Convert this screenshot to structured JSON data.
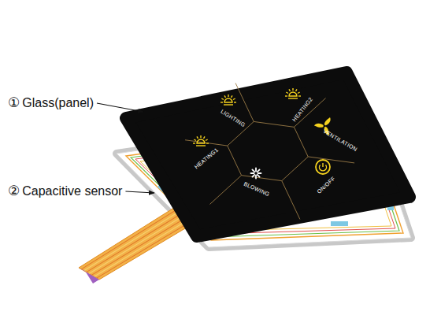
{
  "diagram": {
    "labels": [
      "①",
      "Glass(panel)",
      "②",
      "Capacitive sensor",
      "LIGHTING",
      "HEATING2",
      "VENTILATION",
      "ON/OFF",
      "BLOWING",
      "HEATING1"
    ]
  }
}
